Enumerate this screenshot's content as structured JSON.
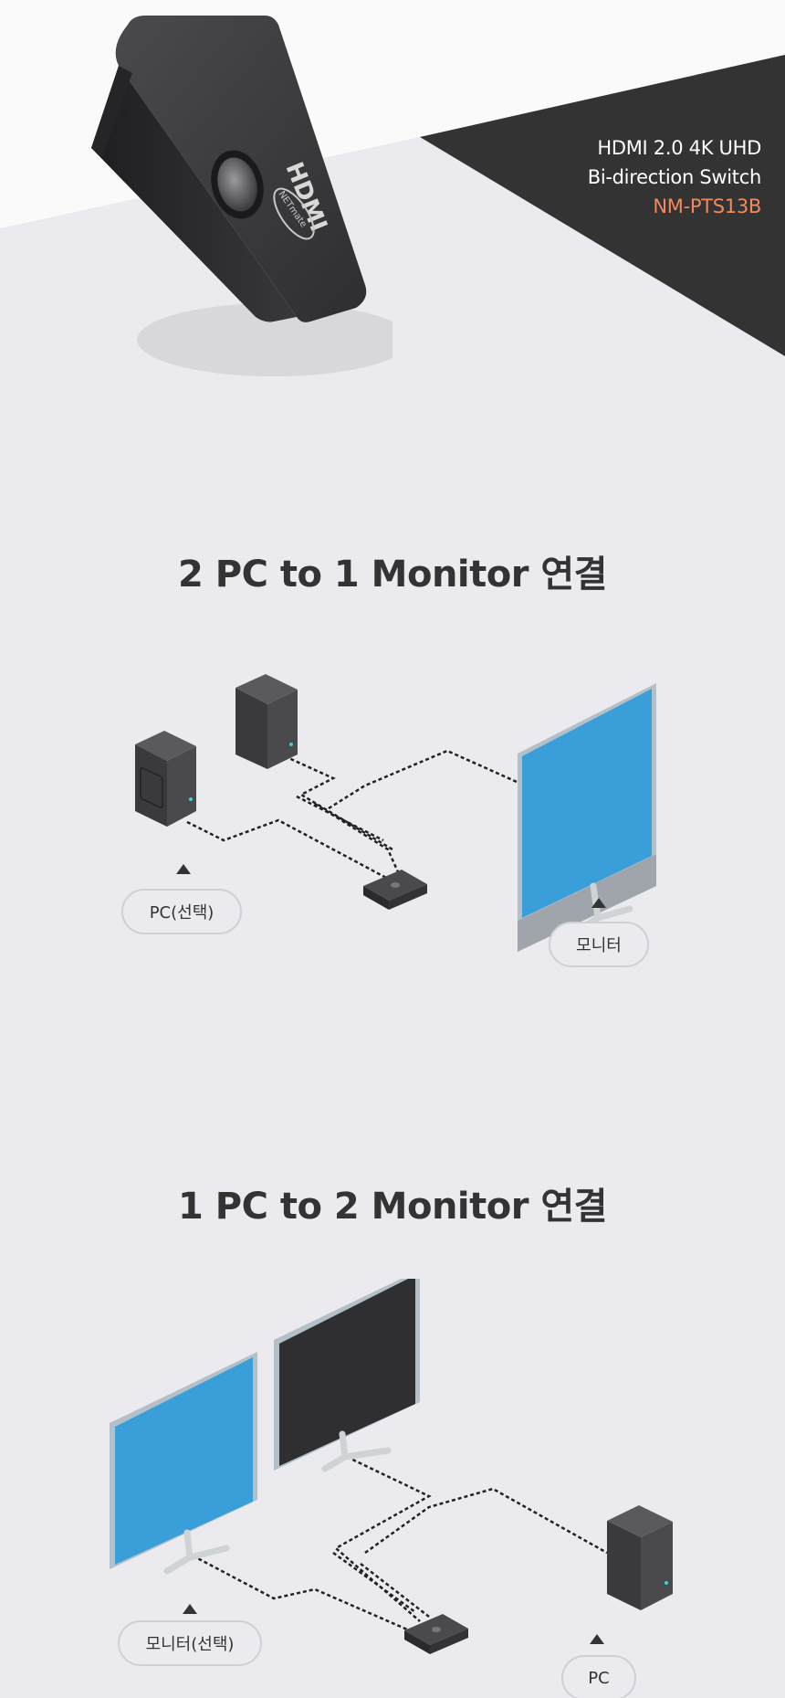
{
  "hero": {
    "line1": "HDMI 2.0 4K UHD",
    "line2": "Bi-direction Switch",
    "model": "NM-PTS13B",
    "device_logo": "HDMI",
    "device_brand": "NETmate",
    "colors": {
      "dark": "#333333",
      "accent": "#f08a5e",
      "device": "#3a3a3c"
    }
  },
  "section1": {
    "title": "2 PC to 1 Monitor 연결",
    "label_pc": "PC(선택)",
    "label_monitor": "모니터"
  },
  "section2": {
    "title": "1 PC to 2 Monitor 연결",
    "label_monitor": "모니터(선택)",
    "label_pc": "PC"
  },
  "colors": {
    "background": "#ebeaef",
    "screen_blue": "#3a9fd8",
    "screen_dark": "#2f2f31"
  }
}
